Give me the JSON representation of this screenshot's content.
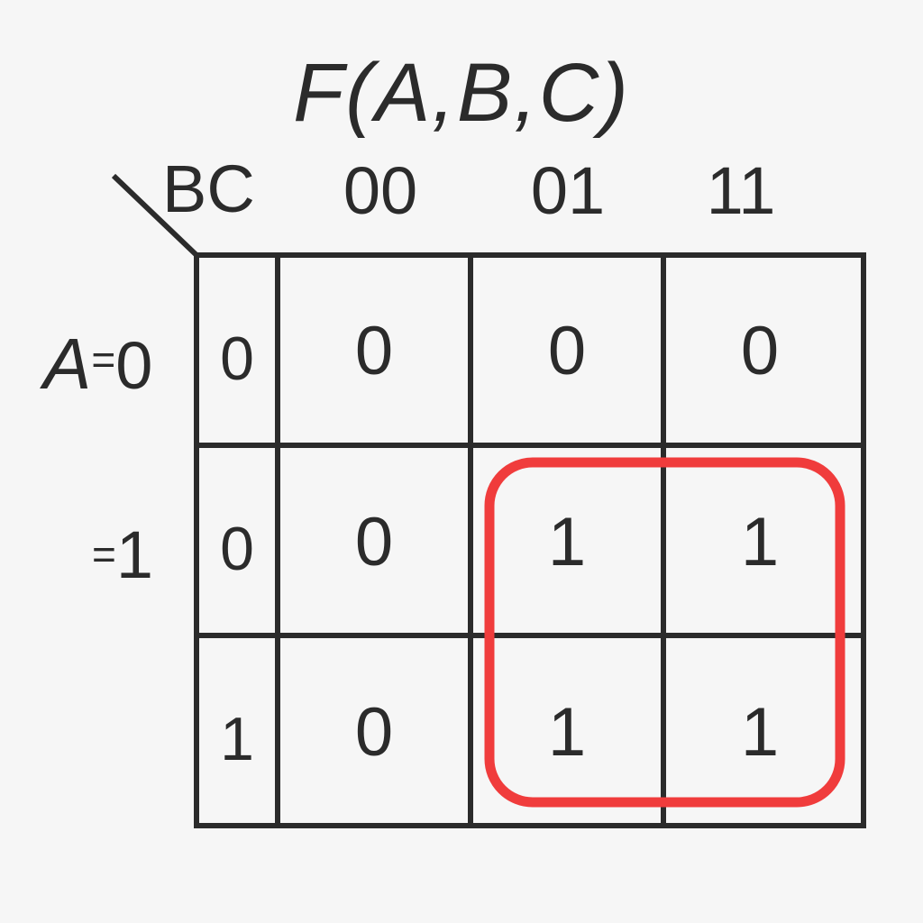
{
  "title": "F(A,B,C)",
  "header": {
    "corner_label": "BC",
    "columns": [
      "00",
      "01",
      "11"
    ]
  },
  "row_labels": {
    "row0_prefix": "A",
    "row0_eq": "=",
    "row0_value": "0",
    "row1_eq": "=",
    "row1_value": "1"
  },
  "grid": {
    "first_column": [
      "0",
      "0",
      "1"
    ],
    "rows": [
      [
        "0",
        "0",
        "0"
      ],
      [
        "0",
        "1",
        "1"
      ],
      [
        "0",
        "1",
        "1"
      ]
    ]
  },
  "group": {
    "color": "#f03c3c",
    "cells": "rows 2-3, columns 01-11"
  },
  "colors": {
    "background": "#f6f6f6",
    "ink": "#2b2b2b",
    "loop": "#f03c3c"
  }
}
